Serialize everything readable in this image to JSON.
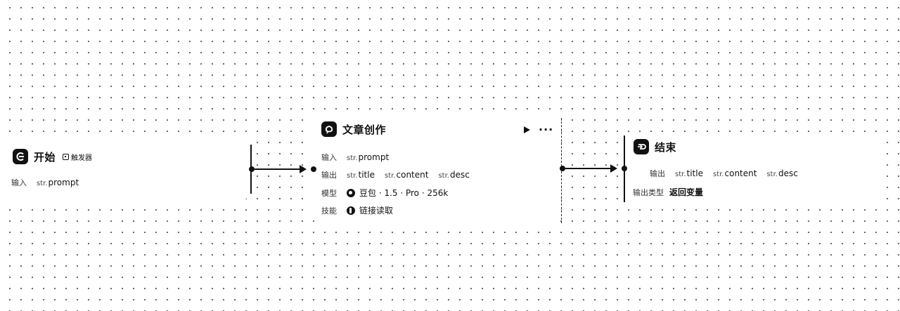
{
  "start_node": {
    "title": "开始",
    "tag": "触发器",
    "rows": [
      {
        "label": "输入",
        "vars": [
          {
            "type": "str.",
            "name": "prompt"
          }
        ]
      }
    ]
  },
  "writer_node": {
    "title": "文章创作",
    "input": {
      "label": "输入",
      "vars": [
        {
          "type": "str.",
          "name": "prompt"
        }
      ]
    },
    "output": {
      "label": "输出",
      "vars": [
        {
          "type": "str.",
          "name": "title"
        },
        {
          "type": "str.",
          "name": "content"
        },
        {
          "type": "str.",
          "name": "desc"
        }
      ]
    },
    "model": {
      "label": "模型",
      "value": "豆包 · 1.5 · Pro · 256k",
      "icon": "doubao-model-icon"
    },
    "skill": {
      "label": "技能",
      "value": "链接读取",
      "icon": "link-reader-icon"
    },
    "actions": {
      "run_icon": "play-icon",
      "more_icon": "more-icon",
      "more_label": "···"
    }
  },
  "end_node": {
    "title": "结束",
    "output": {
      "label": "输出",
      "vars": [
        {
          "type": "str.",
          "name": "title"
        },
        {
          "type": "str.",
          "name": "content"
        },
        {
          "type": "str.",
          "name": "desc"
        }
      ]
    },
    "output_type": {
      "label": "输出类型",
      "value": "返回变量"
    }
  }
}
